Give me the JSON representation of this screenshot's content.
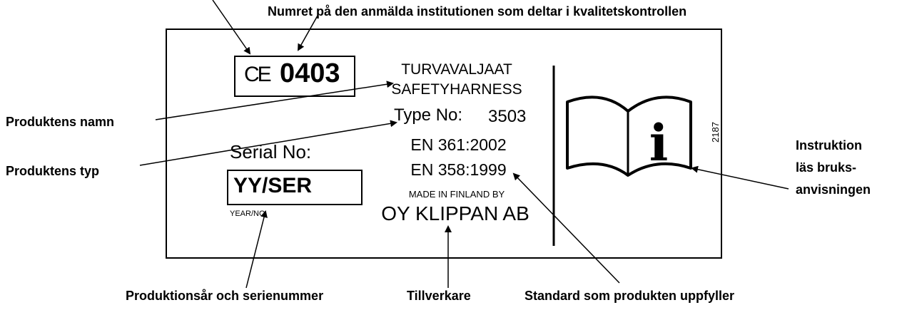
{
  "labels": {
    "notified_body": "Numret på den anmälda institutionen som deltar i kvalitetskontrollen",
    "product_name": "Produktens namn",
    "product_type": "Produktens typ",
    "instruction_line1": "Instruktion",
    "instruction_line2": "läs bruks-",
    "instruction_line3": "anvisningen",
    "year_serial": "Produktionsår och serienummer",
    "manufacturer": "Tillverkare",
    "standard": "Standard som produkten uppfyller"
  },
  "plate": {
    "ce_mark": "CE",
    "notified_number": "0403",
    "name_fi": "TURVAVALJAAT",
    "name_en": "SAFETYHARNESS",
    "type_label": "Type No:",
    "type_value": "3503",
    "standard_1": "EN 361:2002",
    "standard_2": "EN 358:1999",
    "serial_label": "Serial No:",
    "serial_value": "YY/SER",
    "serial_caption": "YEAR/NO",
    "made_in": "MADE IN FINLAND BY",
    "manufacturer": "OY KLIPPAN AB",
    "side_number": "2187",
    "info_letter": "i"
  },
  "icons": [
    "book-info-icon"
  ]
}
